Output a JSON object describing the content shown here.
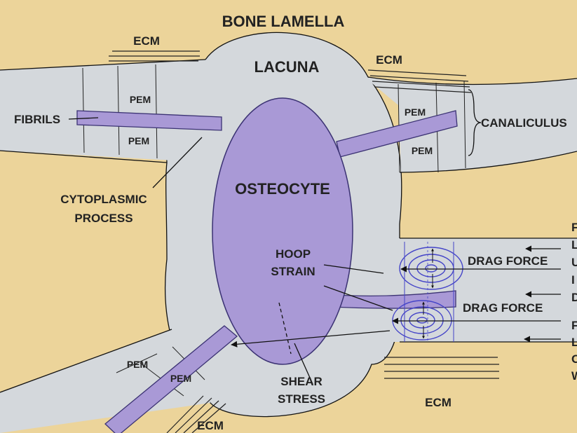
{
  "colors": {
    "bone": "#ecd49a",
    "fluid": "#d4d8dc",
    "cell": "#a999d6",
    "cell_edge": "#3b3273",
    "flow_rings": "#4545c8"
  },
  "labels": {
    "bone_lamella": "BONE LAMELLA",
    "lacuna": "LACUNA",
    "osteocyte": "OSTEOCYTE",
    "ecm": "ECM",
    "pem": "PEM",
    "fibrils": "FIBRILS",
    "canaliculus": "CANALICULUS",
    "cytoplasmic_process_line1": "CYTOPLASMIC",
    "cytoplasmic_process_line2": "PROCESS",
    "hoop_strain_line1": "HOOP",
    "hoop_strain_line2": "STRAIN",
    "drag_force": "DRAG FORCE",
    "shear_stress_line1": "SHEAR",
    "shear_stress_line2": "STRESS"
  },
  "edge_letters": [
    "F",
    "L",
    "U",
    "I",
    "D",
    "F",
    "L",
    "O",
    "W"
  ]
}
